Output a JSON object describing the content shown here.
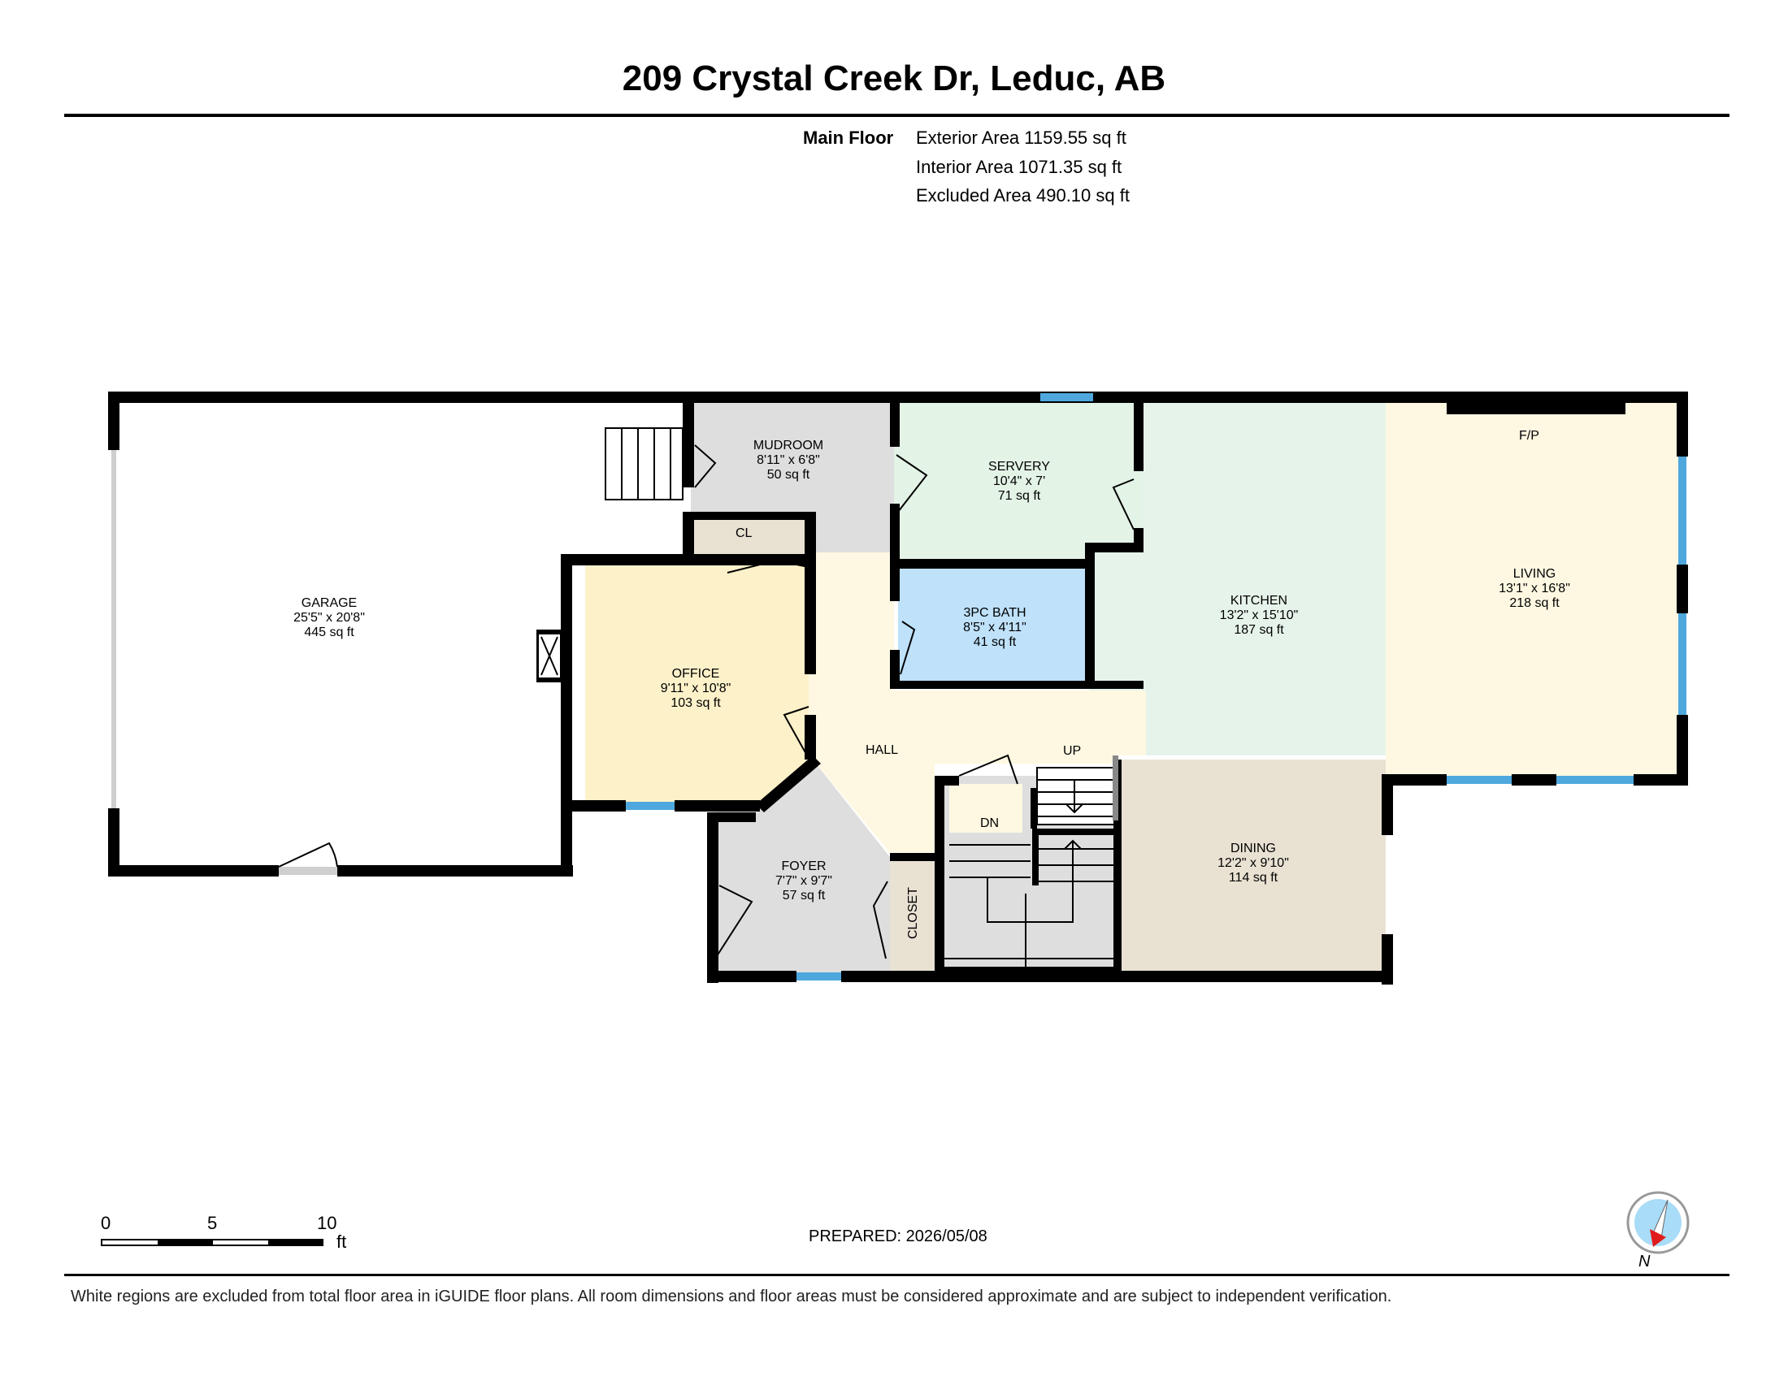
{
  "title": "209 Crystal Creek Dr, Leduc, AB",
  "floor": {
    "label": "Main Floor",
    "exterior": "Exterior Area 1159.55 sq ft",
    "interior": "Interior Area 1071.35 sq ft",
    "excluded": "Excluded Area 490.10 sq ft"
  },
  "rooms": {
    "garage": {
      "name": "GARAGE",
      "dims": "25'5\" x 20'8\"",
      "area": "445 sq ft"
    },
    "mudroom": {
      "name": "MUDROOM",
      "dims": "8'11\" x 6'8\"",
      "area": "50 sq ft"
    },
    "servery": {
      "name": "SERVERY",
      "dims": "10'4\" x 7'",
      "area": "71 sq ft"
    },
    "kitchen": {
      "name": "KITCHEN",
      "dims": "13'2\" x 15'10\"",
      "area": "187 sq ft"
    },
    "living": {
      "name": "LIVING",
      "dims": "13'1\" x 16'8\"",
      "area": "218 sq ft"
    },
    "bath": {
      "name": "3PC BATH",
      "dims": "8'5\" x 4'11\"",
      "area": "41 sq ft"
    },
    "office": {
      "name": "OFFICE",
      "dims": "9'11\" x 10'8\"",
      "area": "103 sq ft"
    },
    "foyer": {
      "name": "FOYER",
      "dims": "7'7\" x 9'7\"",
      "area": "57 sq ft"
    },
    "dining": {
      "name": "DINING",
      "dims": "12'2\" x 9'10\"",
      "area": "114 sq ft"
    }
  },
  "labels": {
    "cl": "CL",
    "hall": "HALL",
    "up": "UP",
    "dn": "DN",
    "closet": "CLOSET",
    "fp": "F/P"
  },
  "scale": {
    "zero": "0",
    "five": "5",
    "ten": "10",
    "unit": "ft"
  },
  "compass": {
    "label": "N",
    "icon": "compass-icon"
  },
  "prepared": "PREPARED: 2026/05/08",
  "disclaimer": "White regions are excluded from total floor area in iGUIDE floor plans. All room dimensions and floor areas must be considered approximate and are subject to independent verification.",
  "colors": {
    "garage": "#ffffff",
    "mudroom": "#dedede",
    "servery": "#e3f3e6",
    "kitchen": "#e6f3ea",
    "living": "#fef8e2",
    "bath": "#bfe1fa",
    "office": "#fdf1c9",
    "hall": "#fef8e2",
    "foyer": "#dedede",
    "dining": "#e9e2d3",
    "closet": "#e9e2d3",
    "stairs": "#dedede",
    "wall": "#000000",
    "window": "#4ea8de",
    "compass_needle": "#e01b1b",
    "compass_face": "#a8dcf7"
  }
}
